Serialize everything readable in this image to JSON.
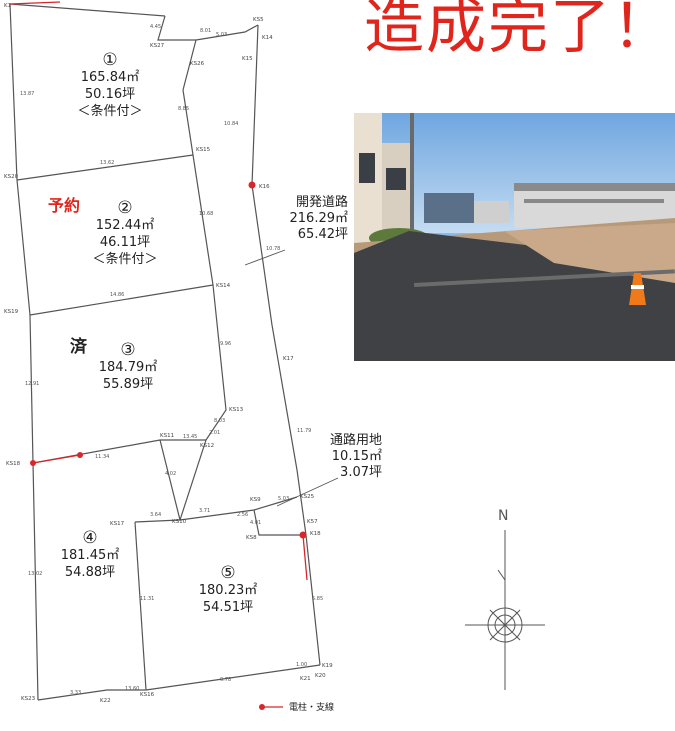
{
  "headline": "造成完了！",
  "lots": [
    {
      "no": "①",
      "area": "165.84㎡",
      "tsubo": "50.16坪",
      "condition": "＜条件付＞",
      "status": ""
    },
    {
      "no": "②",
      "area": "152.44㎡",
      "tsubo": "46.11坪",
      "condition": "＜条件付＞",
      "status": "予約"
    },
    {
      "no": "③",
      "area": "184.79㎡",
      "tsubo": "55.89坪",
      "condition": "",
      "status": "済"
    },
    {
      "no": "④",
      "area": "181.45㎡",
      "tsubo": "54.88坪",
      "condition": "",
      "status": ""
    },
    {
      "no": "⑤",
      "area": "180.23㎡",
      "tsubo": "54.51坪",
      "condition": "",
      "status": ""
    }
  ],
  "road": {
    "label": "開発道路",
    "area": "216.29㎡",
    "tsubo": "65.42坪"
  },
  "passage": {
    "label": "通路用地",
    "area": "10.15㎡",
    "tsubo": "3.07坪"
  },
  "compass_label": "N",
  "legend": {
    "label": "電柱・支線"
  },
  "point_labels": [
    "K1",
    "KS5",
    "K14",
    "K15",
    "KS27",
    "KS26",
    "KS15",
    "KS20",
    "K16",
    "KS14",
    "KS19",
    "K17",
    "KS13",
    "KS11",
    "KS12",
    "KS18",
    "KS9",
    "KS25",
    "K57",
    "K18",
    "KS17",
    "KS10",
    "KS8",
    "K19",
    "KS23",
    "K22",
    "KS16",
    "K20",
    "K21"
  ],
  "dimension_labels": [
    "4.45",
    "8.01",
    "5.03",
    "13.87",
    "8.85",
    "10.84",
    "13.62",
    "10.68",
    "10.78",
    "14.86",
    "9.96",
    "12.91",
    "8.03",
    "13.45",
    "2.01",
    "11.34",
    "4.02",
    "3.71",
    "2.56",
    "5.03",
    "4.01",
    "3.64",
    "11.79",
    "13.02",
    "11.31",
    "5.85",
    "3.33",
    "13.60",
    "0.78",
    "1.00"
  ],
  "colors": {
    "headline": "#e0261c",
    "reserve": "#e0261c",
    "pole": "#d8262a",
    "line": "#555555"
  }
}
